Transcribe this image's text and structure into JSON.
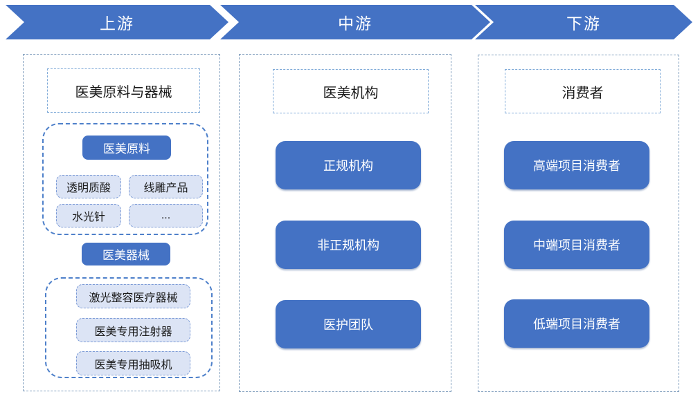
{
  "colors": {
    "accent_blue": "#4472C4",
    "chip_fill": "#DCE4F5",
    "chip_border": "#7C9BD6",
    "group_border": "#4E80CA",
    "column_border": "#7F9DBD",
    "title_border": "#7FAAD8"
  },
  "stages": [
    {
      "label": "上游"
    },
    {
      "label": "中游"
    },
    {
      "label": "下游"
    }
  ],
  "upstream": {
    "title": "医美原料与器械",
    "materials": {
      "header": "医美原料",
      "items": [
        "透明质酸",
        "线雕产品",
        "水光针",
        "..."
      ]
    },
    "devices": {
      "header": "医美器械",
      "items": [
        "激光整容医疗器械",
        "医美专用注射器",
        "医美专用抽吸机"
      ]
    }
  },
  "midstream": {
    "title": "医美机构",
    "items": [
      "正规机构",
      "非正规机构",
      "医护团队"
    ]
  },
  "downstream": {
    "title": "消费者",
    "items": [
      "高端项目消费者",
      "中端项目消费者",
      "低端项目消费者"
    ]
  }
}
